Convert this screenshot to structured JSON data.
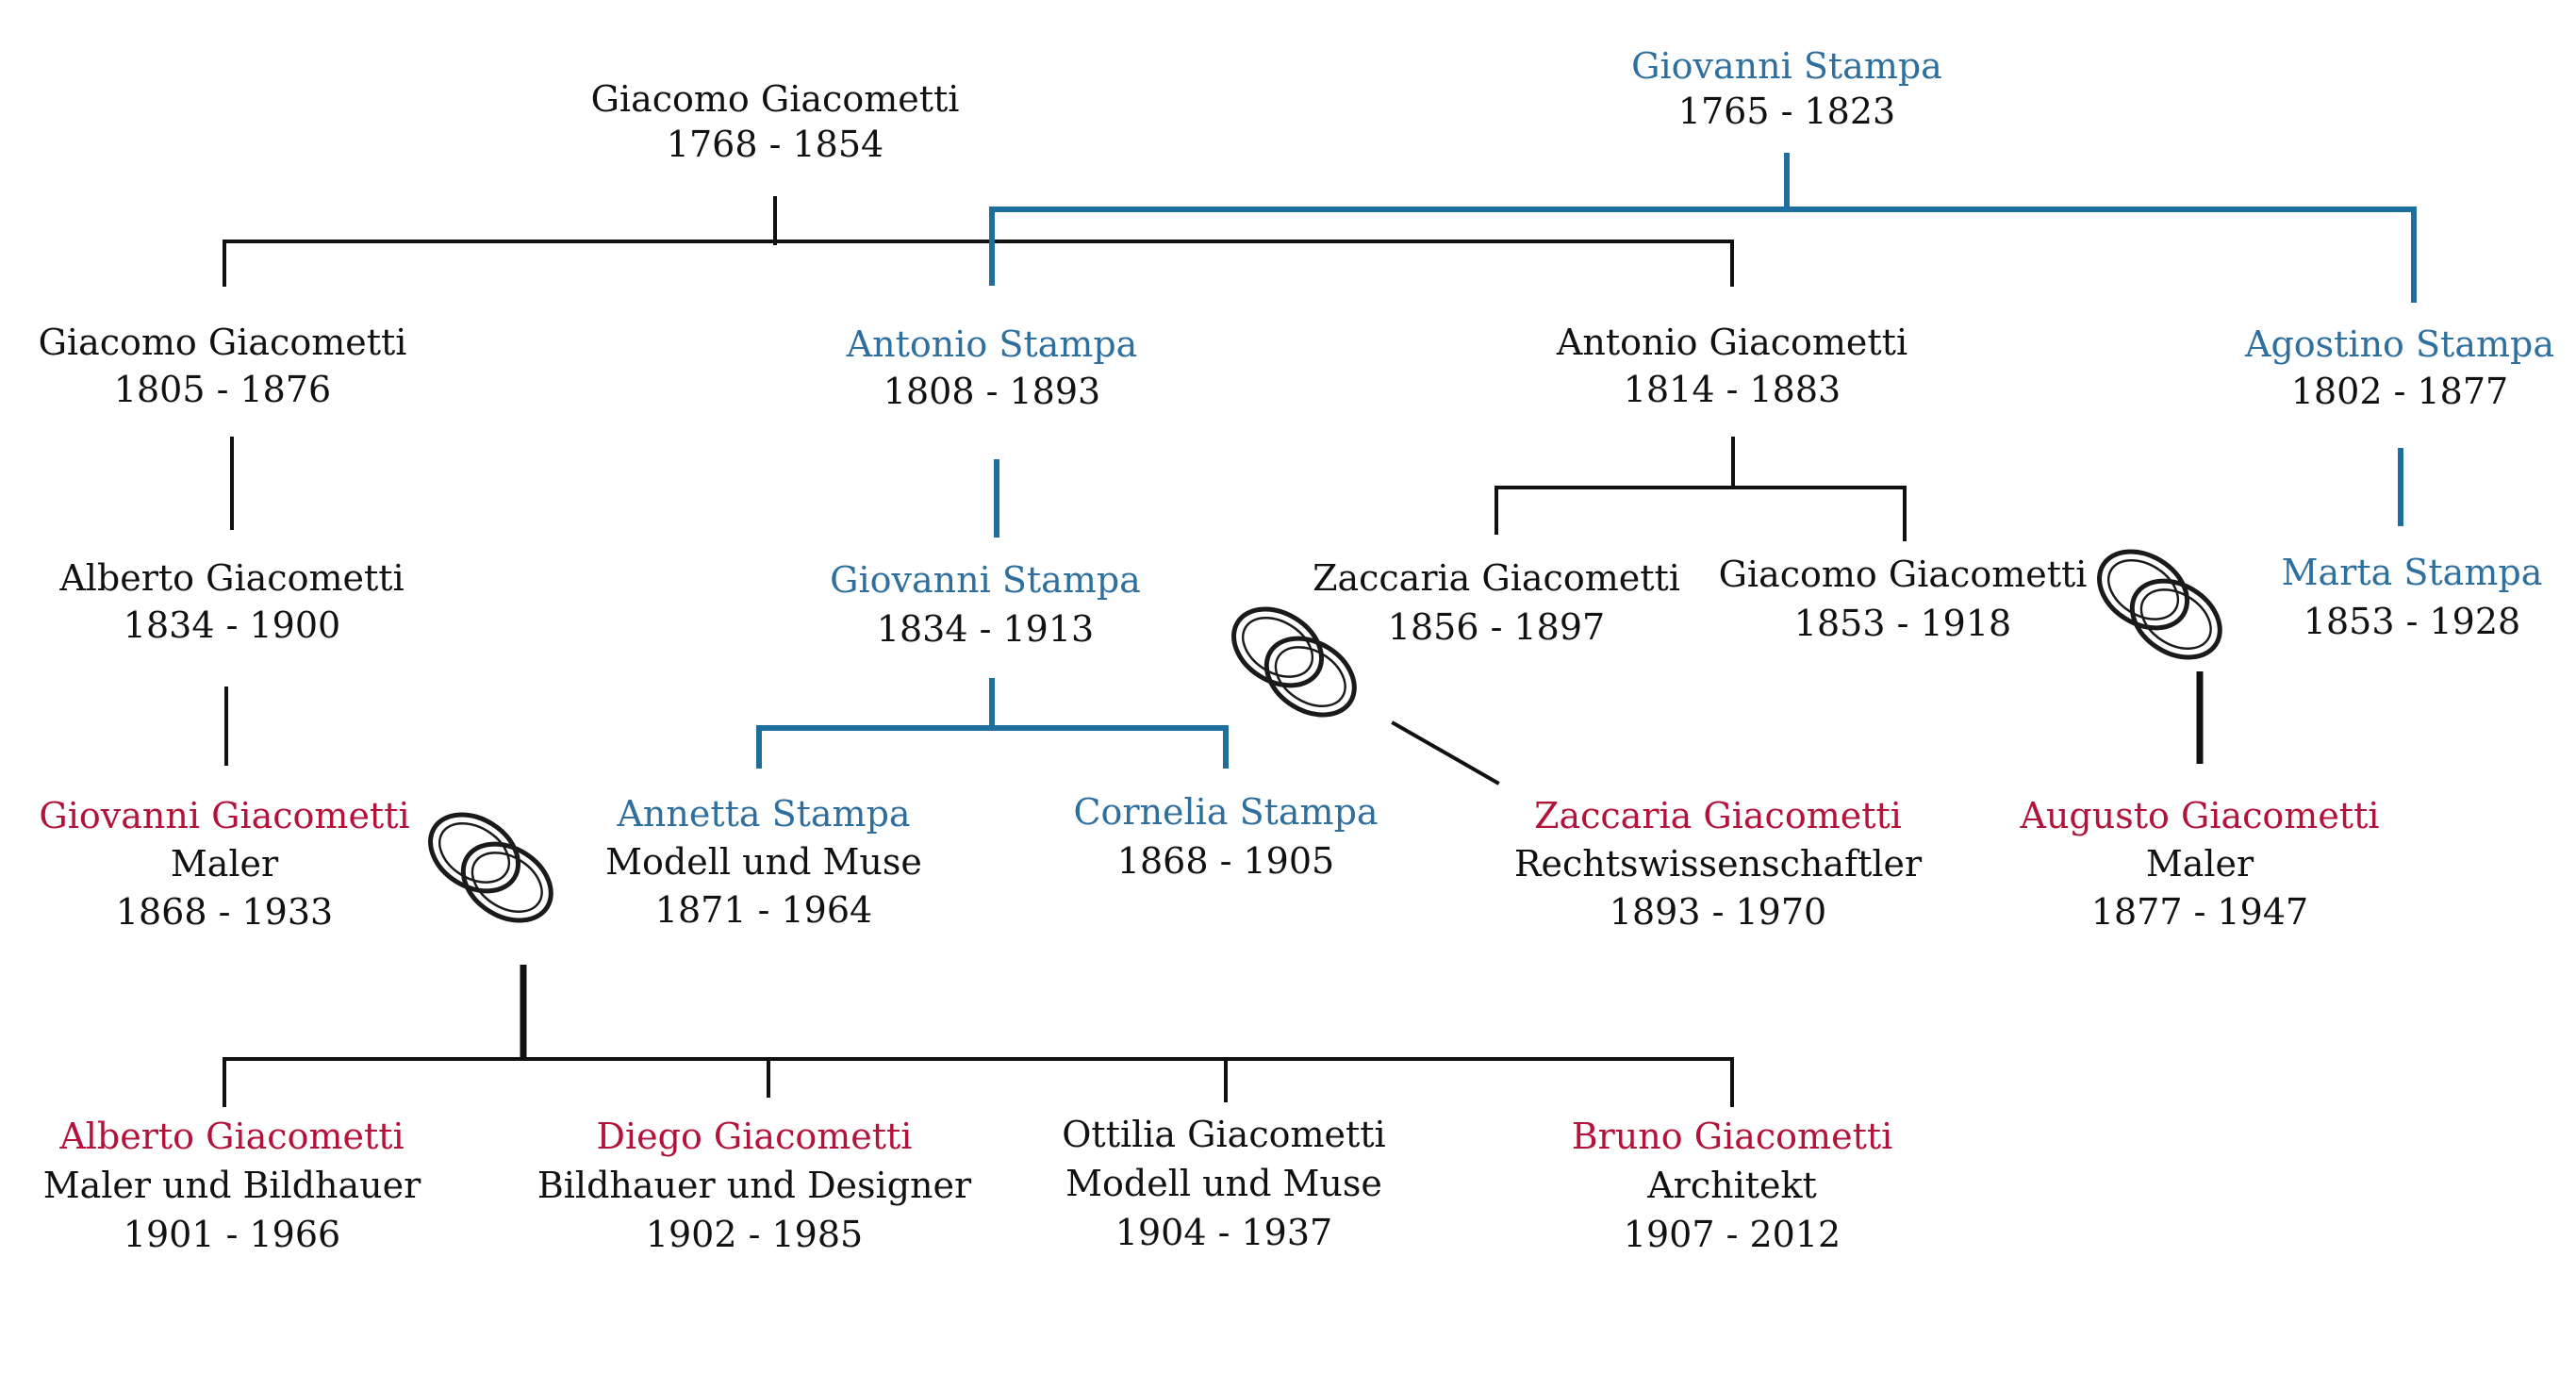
{
  "colors": {
    "line": "#111111",
    "stampa_line": "#1f6ea0",
    "name_default": "#111111",
    "name_stampa": "#2e6f9e",
    "name_artist": "#b3123a"
  },
  "icon": "wedding-rings-icon",
  "persons": [
    {
      "id": "giacomo-1768",
      "name": "Giacomo Giacometti",
      "years": "1768 - 1854",
      "color": "name_default"
    },
    {
      "id": "giovanni-stampa-1765",
      "name": "Giovanni Stampa",
      "years": "1765 - 1823",
      "color": "name_stampa"
    },
    {
      "id": "giacomo-1805",
      "name": "Giacomo Giacometti",
      "years": "1805 - 1876",
      "color": "name_default"
    },
    {
      "id": "antonio-stampa-1808",
      "name": "Antonio Stampa",
      "years": "1808 - 1893",
      "color": "name_stampa"
    },
    {
      "id": "antonio-giacometti-1814",
      "name": "Antonio Giacometti",
      "years": "1814 - 1883",
      "color": "name_default"
    },
    {
      "id": "agostino-stampa-1802",
      "name": "Agostino Stampa",
      "years": "1802 - 1877",
      "color": "name_stampa"
    },
    {
      "id": "alberto-1834",
      "name": "Alberto Giacometti",
      "years": "1834 - 1900",
      "color": "name_default"
    },
    {
      "id": "giovanni-stampa-1834",
      "name": "Giovanni Stampa",
      "years": "1834 - 1913",
      "color": "name_stampa"
    },
    {
      "id": "zaccaria-1856",
      "name": "Zaccaria Giacometti",
      "years": "1856 - 1897",
      "color": "name_default"
    },
    {
      "id": "giacomo-1853",
      "name": "Giacomo Giacometti",
      "years": "1853 - 1918",
      "color": "name_default"
    },
    {
      "id": "marta-stampa-1853",
      "name": "Marta Stampa",
      "years": "1853 - 1928",
      "color": "name_stampa"
    },
    {
      "id": "giovanni-giacometti-1868",
      "name": "Giovanni Giacometti",
      "role": "Maler",
      "years": "1868 - 1933",
      "color": "name_artist"
    },
    {
      "id": "annetta-stampa-1871",
      "name": "Annetta Stampa",
      "role": "Modell und Muse",
      "years": "1871 - 1964",
      "color": "name_stampa"
    },
    {
      "id": "cornelia-stampa-1868",
      "name": "Cornelia Stampa",
      "years": "1868 - 1905",
      "color": "name_stampa"
    },
    {
      "id": "zaccaria-1893",
      "name": "Zaccaria Giacometti",
      "role": "Rechtswissenschaftler",
      "years": "1893 - 1970",
      "color": "name_artist"
    },
    {
      "id": "augusto-1877",
      "name": "Augusto Giacometti",
      "role": "Maler",
      "years": "1877 - 1947",
      "color": "name_artist"
    },
    {
      "id": "alberto-1901",
      "name": "Alberto Giacometti",
      "role": "Maler und Bildhauer",
      "years": "1901 - 1966",
      "color": "name_artist"
    },
    {
      "id": "diego-1902",
      "name": "Diego Giacometti",
      "role": "Bildhauer und Designer",
      "years": "1902 - 1985",
      "color": "name_artist"
    },
    {
      "id": "ottilia-1904",
      "name": "Ottilia Giacometti",
      "role": "Modell und Muse",
      "years": "1904 - 1937",
      "color": "name_default"
    },
    {
      "id": "bruno-1907",
      "name": "Bruno Giacometti",
      "role": "Architekt",
      "years": "1907 - 2012",
      "color": "name_artist"
    }
  ]
}
